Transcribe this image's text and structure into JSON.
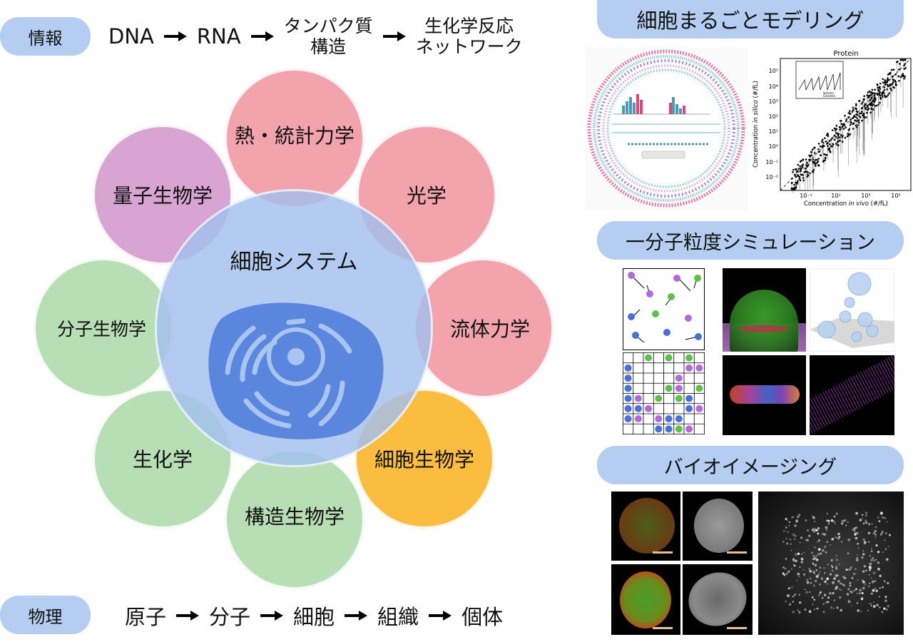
{
  "info_row": {
    "label": "情報",
    "steps": [
      "DNA",
      "RNA",
      [
        "タンパク質",
        "構造"
      ],
      [
        "生化学反応",
        "ネットワーク"
      ]
    ]
  },
  "physics_row": {
    "label": "物理",
    "steps": [
      "原子",
      "分子",
      "細胞",
      "組織",
      "個体"
    ]
  },
  "center": {
    "label": "細胞システム"
  },
  "fields": [
    {
      "label": "熱・統計力学",
      "color": "#f2a3ab"
    },
    {
      "label": "光学",
      "color": "#f2a3ab"
    },
    {
      "label": "流体力学",
      "color": "#f2a3ab"
    },
    {
      "label": "細胞生物学",
      "color": "#fbbd3f"
    },
    {
      "label": "構造生物学",
      "color": "#b7deb5"
    },
    {
      "label": "生化学",
      "color": "#b7deb5"
    },
    {
      "label": "分子生物学",
      "color": "#b7deb5"
    },
    {
      "label": "量子生物学",
      "color": "#d8a5d2"
    }
  ],
  "colors": {
    "pill": "#b5cdf0",
    "center_circle": "#a9c4ef",
    "cell_icon": "#5b86de"
  },
  "sections": {
    "whole_cell": {
      "title": "細胞まるごとモデリング",
      "plot": {
        "title": "Protein",
        "xlabel_parts": [
          "Concentration ",
          "in vivo",
          " (#/fL)"
        ],
        "ylabel_parts": [
          "Concentration ",
          "in silico",
          " (#/fL)"
        ],
        "x_ticks": [
          "10⁻¹",
          "10¹",
          "10³",
          "10⁵"
        ],
        "y_ticks": [
          "10⁵",
          "10⁴",
          "10³",
          "10²",
          "10¹",
          "10⁰",
          "10⁻¹",
          "10⁻²"
        ],
        "inset_legend": [
          "Volume",
          "Genome"
        ]
      }
    },
    "single_molecule": {
      "title": "一分子粒度シミュレーション"
    },
    "bioimaging": {
      "title": "バイオイメージング"
    }
  }
}
